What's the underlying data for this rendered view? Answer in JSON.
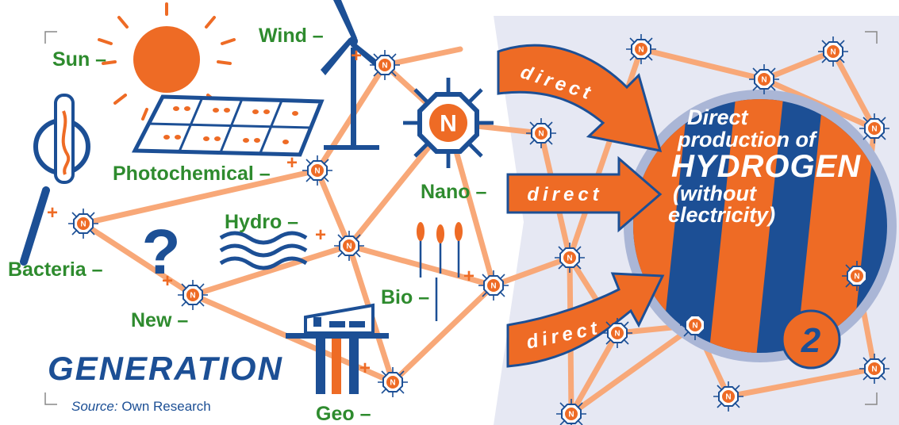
{
  "labels": {
    "sun": "Sun –",
    "wind": "Wind –",
    "photochemical": "Photochemical –",
    "nano": "Nano –",
    "hydro": "Hydro –",
    "bacteria": "Bacteria –",
    "new": "New –",
    "bio": "Bio –",
    "geo": "Geo –"
  },
  "arrows": [
    "direct",
    "direct",
    "direct"
  ],
  "hydrogen": {
    "line1": "Direct",
    "line2": "production of",
    "line3": "HYDROGEN",
    "line4": "(without",
    "line5": "electricity)",
    "number": "2"
  },
  "node_letter": "N",
  "question_mark": "?",
  "title": "GENERATION",
  "source": {
    "prefix": "Source:",
    "text": "Own Research"
  },
  "colors": {
    "orange": "#ee6b25",
    "light_orange": "#f8a878",
    "blue": "#1c4f95",
    "green": "#2e8b2e",
    "panel": "#e6e8f3"
  }
}
